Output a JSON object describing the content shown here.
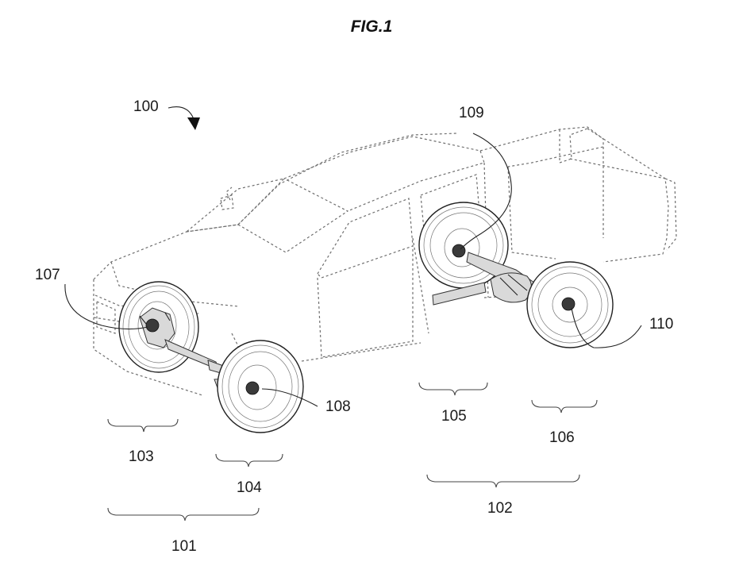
{
  "figure": {
    "title": "FIG.1",
    "labels": {
      "l100": "100",
      "l101": "101",
      "l102": "102",
      "l103": "103",
      "l104": "104",
      "l105": "105",
      "l106": "106",
      "l107": "107",
      "l108": "108",
      "l109": "109",
      "l110": "110"
    }
  }
}
